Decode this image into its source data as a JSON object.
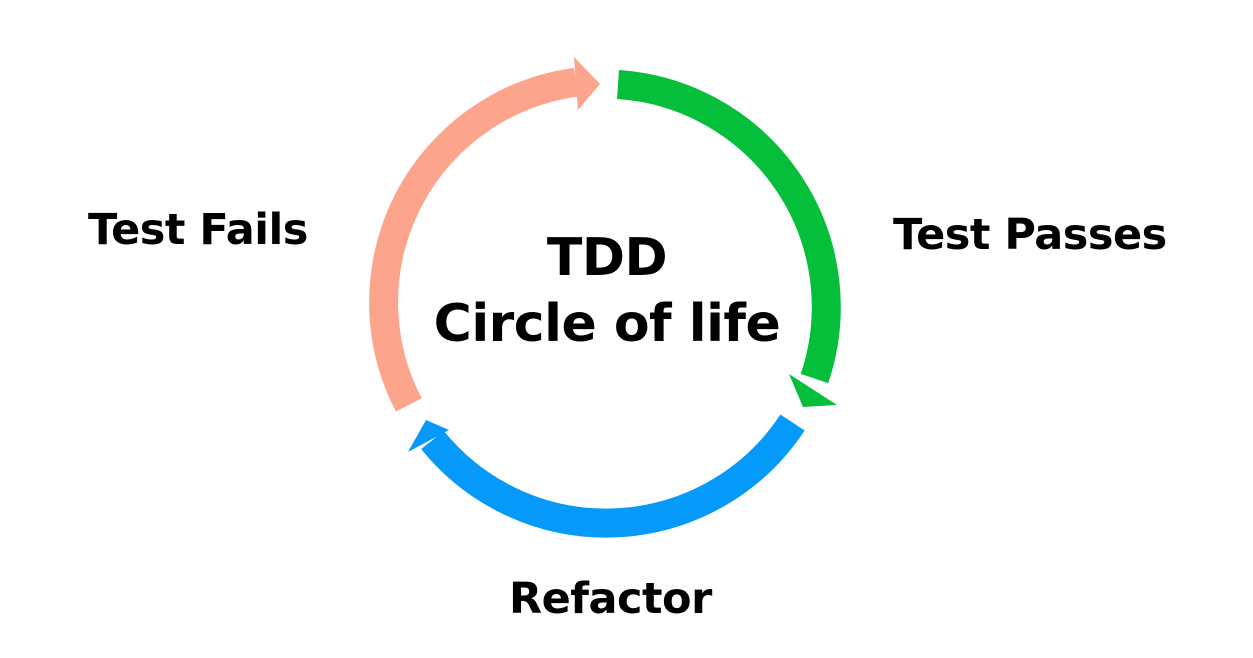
{
  "title": {
    "line1": "TDD",
    "line2": "Circle of life"
  },
  "stages": [
    {
      "label": "Test Fails",
      "color": "#FDA48C"
    },
    {
      "label": "Test Passes",
      "color": "#05BF3A"
    },
    {
      "label": "Refactor",
      "color": "#0599F9"
    }
  ]
}
